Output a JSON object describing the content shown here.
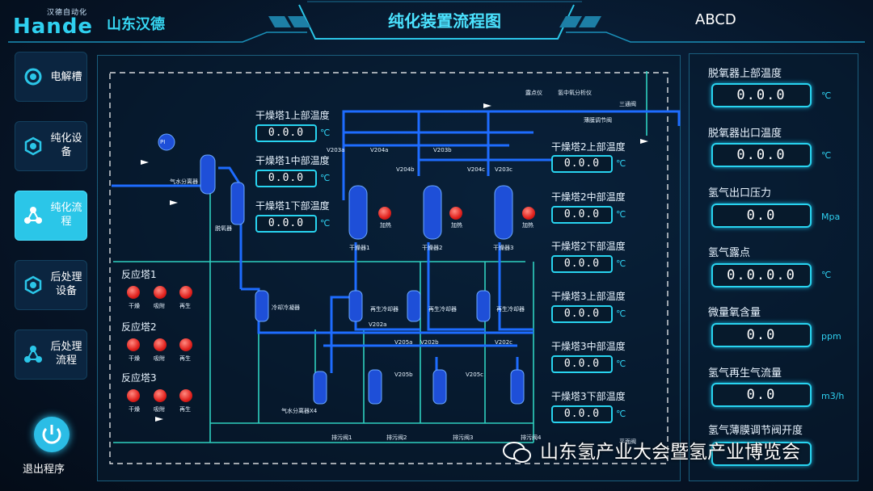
{
  "header": {
    "logo_small": "汉德自动化",
    "logo_big": "Hande",
    "company": "山东汉德",
    "title": "纯化装置流程图",
    "user": "ABCD"
  },
  "sidebar": {
    "items": [
      {
        "label": "电解槽",
        "icon": "electrolyzer-icon"
      },
      {
        "label": "纯化设备",
        "icon": "purification-device-icon"
      },
      {
        "label": "纯化流程",
        "icon": "purification-flow-icon"
      },
      {
        "label": "后处理设备",
        "icon": "post-device-icon"
      },
      {
        "label": "后处理流程",
        "icon": "post-flow-icon"
      }
    ],
    "active_index": 2,
    "exit_label": "退出程序"
  },
  "dryer1": [
    {
      "label": "干燥塔1上部温度",
      "value": "0.0.0",
      "unit": "℃"
    },
    {
      "label": "干燥塔1中部温度",
      "value": "0.0.0",
      "unit": "℃"
    },
    {
      "label": "干燥塔1下部温度",
      "value": "0.0.0",
      "unit": "℃"
    }
  ],
  "dryer23": [
    {
      "label": "干燥塔2上部温度",
      "value": "0.0.0",
      "unit": "℃"
    },
    {
      "label": "干燥塔2中部温度",
      "value": "0.0.0",
      "unit": "℃"
    },
    {
      "label": "干燥塔2下部温度",
      "value": "0.0.0",
      "unit": "℃"
    },
    {
      "label": "干燥塔3上部温度",
      "value": "0.0.0",
      "unit": "℃"
    },
    {
      "label": "干燥塔3中部温度",
      "value": "0.0.0",
      "unit": "℃"
    },
    {
      "label": "干燥塔3下部温度",
      "value": "0.0.0",
      "unit": "℃"
    }
  ],
  "right_panel": [
    {
      "label": "脱氧器上部温度",
      "value": "0.0.0",
      "unit": "℃"
    },
    {
      "label": "脱氧器出口温度",
      "value": "0.0.0",
      "unit": "℃"
    },
    {
      "label": "氢气出口压力",
      "value": "0.0",
      "unit": "Mpa"
    },
    {
      "label": "氢气露点",
      "value": "0.0.0.0",
      "unit": "℃"
    },
    {
      "label": "微量氧含量",
      "value": "0.0",
      "unit": "ppm"
    },
    {
      "label": "氢气再生气流量",
      "value": "0.0",
      "unit": "m3/h"
    },
    {
      "label": "氢气薄膜调节阀开度",
      "value": "",
      "unit": ""
    }
  ],
  "reactors": [
    {
      "name": "反应塔1",
      "lights": [
        "干燥",
        "吸附",
        "再生"
      ]
    },
    {
      "name": "反应塔2",
      "lights": [
        "干燥",
        "吸附",
        "再生"
      ]
    },
    {
      "name": "反应塔3",
      "lights": [
        "干燥",
        "吸附",
        "再生"
      ]
    }
  ],
  "diagram": {
    "pi": "PI",
    "gas_separator": "气水分离器",
    "deoxidizer": "脱氧器",
    "cooler": "冷却冷凝器",
    "dryers": [
      "干燥器1",
      "干燥器2",
      "干燥器3"
    ],
    "heat": "加热",
    "regen_coolers": [
      "再生冷却器",
      "再生冷却器",
      "再生冷却器"
    ],
    "sep_x4": "气水分离器X4",
    "drain_valves": [
      "排污阀1",
      "排污阀2",
      "排污阀3",
      "排污阀4"
    ],
    "valves_top": [
      "V203a",
      "V204a",
      "V204b",
      "V203b",
      "V204c",
      "V203c"
    ],
    "valves_mid": [
      "V202a",
      "V202b",
      "V202c"
    ],
    "valves_low": [
      "V205a",
      "V205b",
      "V205c"
    ],
    "dew_meter": "露点仪",
    "o2_analyzer": "氢中氧分析仪",
    "membrane_valve": "薄膜调节阀",
    "three_way": "三通阀",
    "bottom_valve": "平面阀"
  },
  "watermark": "山东氢产业大会暨氢产业博览会",
  "colors": {
    "accent": "#2bc6e8",
    "pipe": "#1e6cff",
    "pipe2": "#2fd0c0",
    "alarm": "#e0201c"
  }
}
